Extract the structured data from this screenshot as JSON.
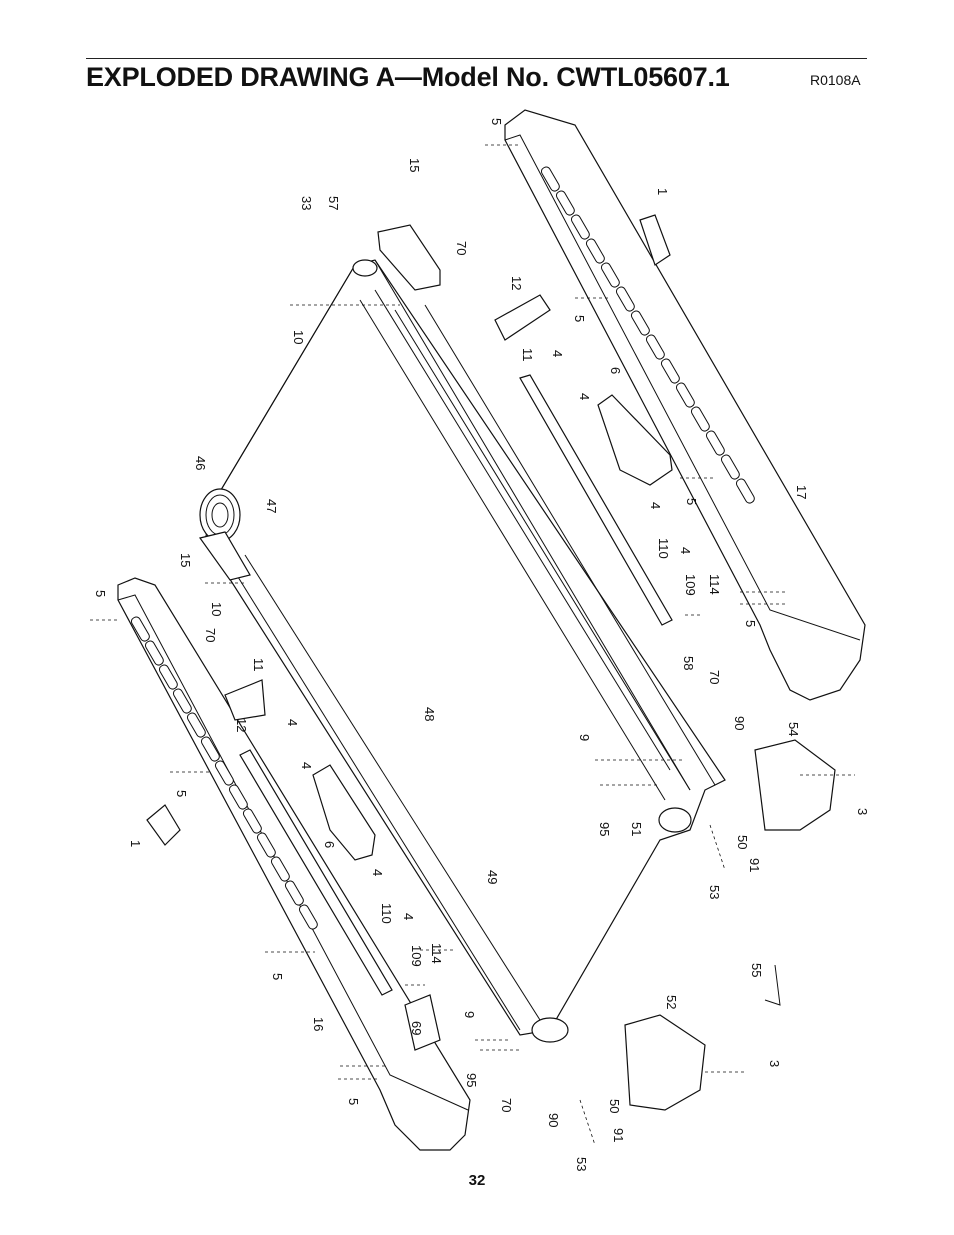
{
  "header": {
    "title": "EXPLODED DRAWING A—Model No. CWTL05607.1",
    "drawing_code": "R0108A"
  },
  "footer": {
    "page_number": "32"
  },
  "part_callouts": [
    "5",
    "1",
    "17",
    "5",
    "5",
    "5",
    "15",
    "33",
    "57",
    "70",
    "12",
    "11",
    "10",
    "4",
    "6",
    "4",
    "4",
    "110",
    "4",
    "109",
    "114",
    "58",
    "70",
    "90",
    "54",
    "3",
    "9",
    "95",
    "51",
    "50",
    "91",
    "53",
    "46",
    "47",
    "15",
    "10",
    "70",
    "5",
    "11",
    "12",
    "4",
    "4",
    "48",
    "6",
    "4",
    "49",
    "5",
    "1",
    "110",
    "4",
    "109",
    "114",
    "5",
    "16",
    "69",
    "9",
    "95",
    "70",
    "90",
    "50",
    "91",
    "53",
    "52",
    "3",
    "55",
    "5"
  ]
}
